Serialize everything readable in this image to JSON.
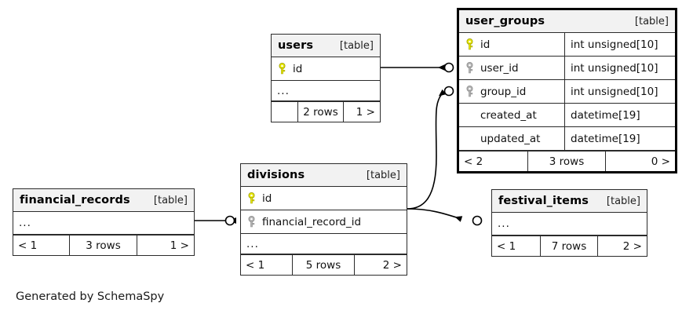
{
  "diagram": {
    "caption": "Generated by SchemaSpy",
    "table_kind_label": "[table]",
    "ellipsis": "...",
    "colors": {
      "primary_key": "#e8e800",
      "foreign_key": "#b3b3b3",
      "border": "#2b2b2b",
      "header_bg": "#f2f2f2",
      "canvas_bg": "#ffffff",
      "edge": "#000000"
    }
  },
  "tables": {
    "users": {
      "name": "users",
      "kind": "[table]",
      "columns": [
        {
          "name": "id",
          "key": "primary",
          "type": ""
        }
      ],
      "has_ellipsis": true,
      "footer": {
        "left": "",
        "center": "2 rows",
        "right": "1 >"
      }
    },
    "user_groups": {
      "name": "user_groups",
      "kind": "[table]",
      "columns": [
        {
          "name": "id",
          "key": "primary",
          "type": "int unsigned[10]"
        },
        {
          "name": "user_id",
          "key": "foreign",
          "type": "int unsigned[10]"
        },
        {
          "name": "group_id",
          "key": "foreign",
          "type": "int unsigned[10]"
        },
        {
          "name": "created_at",
          "key": "none",
          "type": "datetime[19]"
        },
        {
          "name": "updated_at",
          "key": "none",
          "type": "datetime[19]"
        }
      ],
      "has_ellipsis": false,
      "footer": {
        "left": "< 2",
        "center": "3 rows",
        "right": "0 >"
      }
    },
    "divisions": {
      "name": "divisions",
      "kind": "[table]",
      "columns": [
        {
          "name": "id",
          "key": "primary",
          "type": ""
        },
        {
          "name": "financial_record_id",
          "key": "foreign",
          "type": ""
        }
      ],
      "has_ellipsis": true,
      "footer": {
        "left": "< 1",
        "center": "5 rows",
        "right": "2 >"
      }
    },
    "financial_records": {
      "name": "financial_records",
      "kind": "[table]",
      "columns": [],
      "has_ellipsis": true,
      "footer": {
        "left": "< 1",
        "center": "3 rows",
        "right": "1 >"
      }
    },
    "festival_items": {
      "name": "festival_items",
      "kind": "[table]",
      "columns": [],
      "has_ellipsis": true,
      "footer": {
        "left": "< 1",
        "center": "7 rows",
        "right": "2 >"
      }
    }
  },
  "relationships": [
    {
      "from": "users.id",
      "to": "user_groups.user_id"
    },
    {
      "from": "divisions.id",
      "to": "user_groups.group_id"
    },
    {
      "from": "financial_records",
      "to": "divisions.financial_record_id"
    },
    {
      "from": "divisions.id",
      "to": "festival_items"
    }
  ]
}
